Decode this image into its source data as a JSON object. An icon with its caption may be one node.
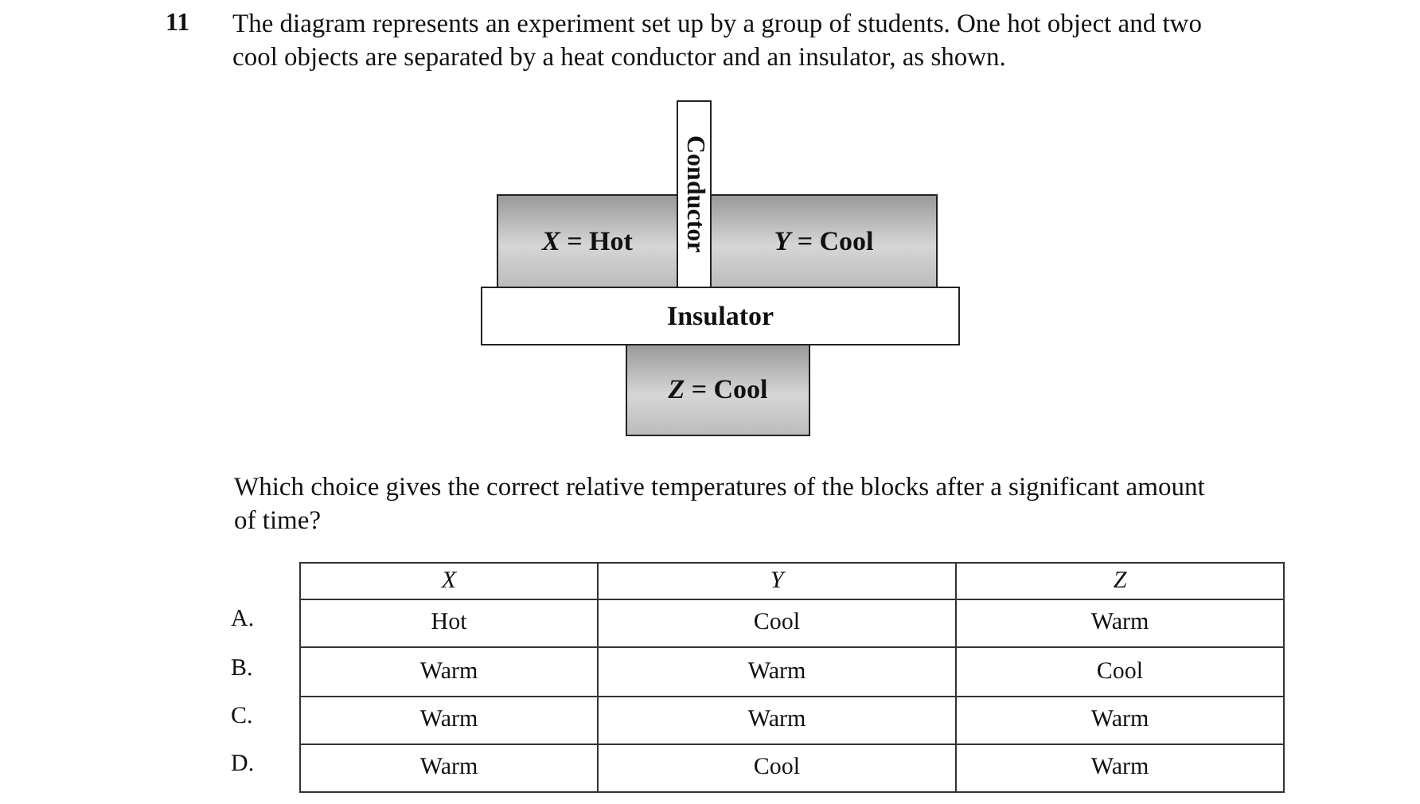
{
  "diagram": {
    "nodes": [
      {
        "text": [
          "*X* = Hot"
        ]
      },
      {
        "text": [
          "Conductor"
        ]
      },
      {
        "text": [
          "*Y* = Cool"
        ]
      },
      {
        "text": [
          "Insulator"
        ]
      },
      {
        "text": [
          "*Z* = Cool"
        ]
      }
    ],
    "labels": [
      "11",
      "The diagram represents an experiment set up by a group of students. One hot object and two cool objects are separated by a heat conductor and an insulator, as shown.",
      "Which choice gives the correct relative temperatures of the blocks after a significant amount of time?",
      "X",
      "Y",
      "Z",
      "A.",
      "Hot",
      "Cool",
      "Warm",
      "B.",
      "Warm",
      "Warm",
      "Cool",
      "C.",
      "Warm",
      "Warm",
      "Warm",
      "D.",
      "Warm",
      "Cool",
      "Warm"
    ]
  }
}
